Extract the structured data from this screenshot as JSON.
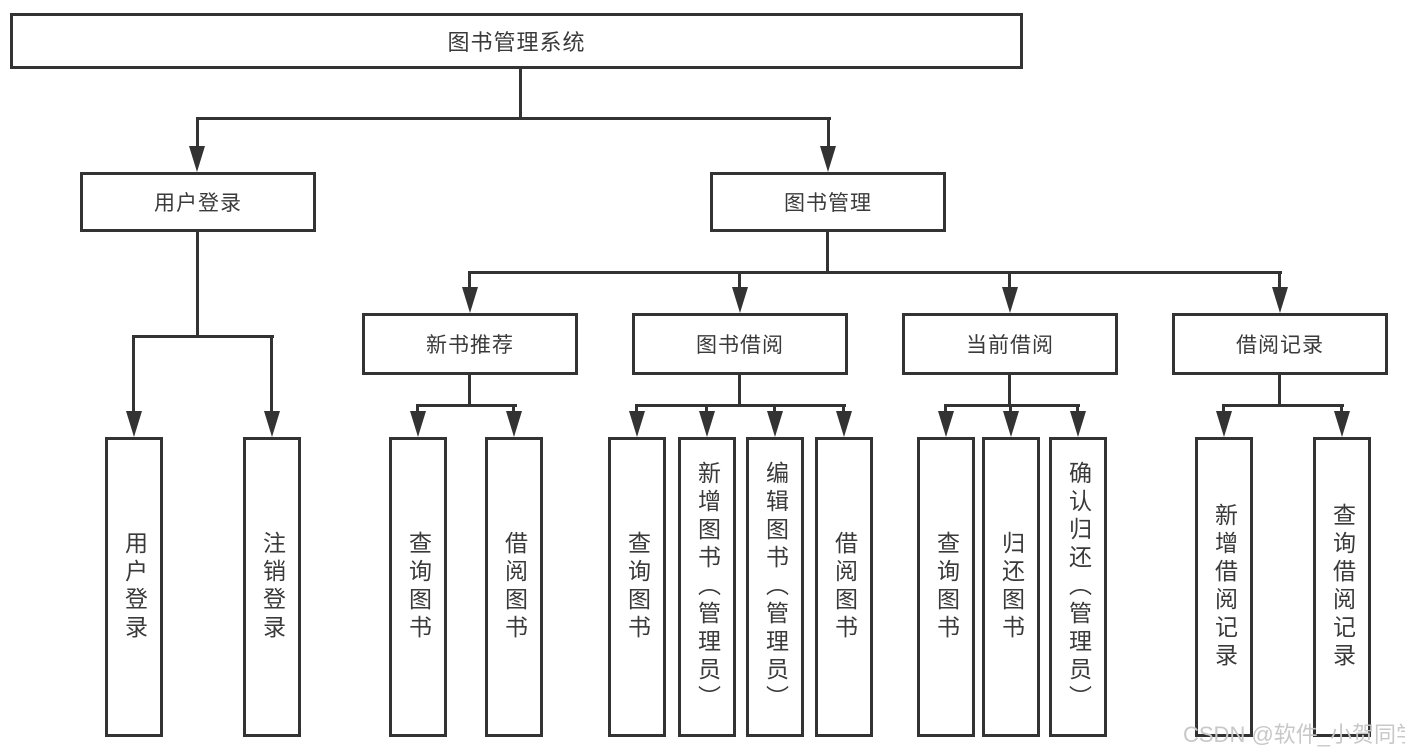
{
  "diagram": {
    "root": {
      "label": "图书管理系统"
    },
    "level2": [
      {
        "label": "用户登录"
      },
      {
        "label": "图书管理"
      }
    ],
    "level3": [
      {
        "label": "新书推荐"
      },
      {
        "label": "图书借阅"
      },
      {
        "label": "当前借阅"
      },
      {
        "label": "借阅记录"
      }
    ],
    "leaves": {
      "user_login": [
        "用户登录",
        "注销登录"
      ],
      "new_books": [
        "查询图书",
        "借阅图书"
      ],
      "book_borrow": [
        "查询图书",
        "新增图书（管理员）",
        "编辑图书（管理员）",
        "借阅图书"
      ],
      "current_borrow": [
        "查询图书",
        "归还图书",
        "确认归还（管理员）"
      ],
      "borrow_records": [
        "新增借阅记录",
        "查询借阅记录"
      ]
    },
    "watermark": "CSDN @软件_小贺同学",
    "colors": {
      "line": "#333333",
      "text": "#3a3a3a",
      "watermark": "#c8c8c8",
      "background": "#ffffff"
    }
  }
}
